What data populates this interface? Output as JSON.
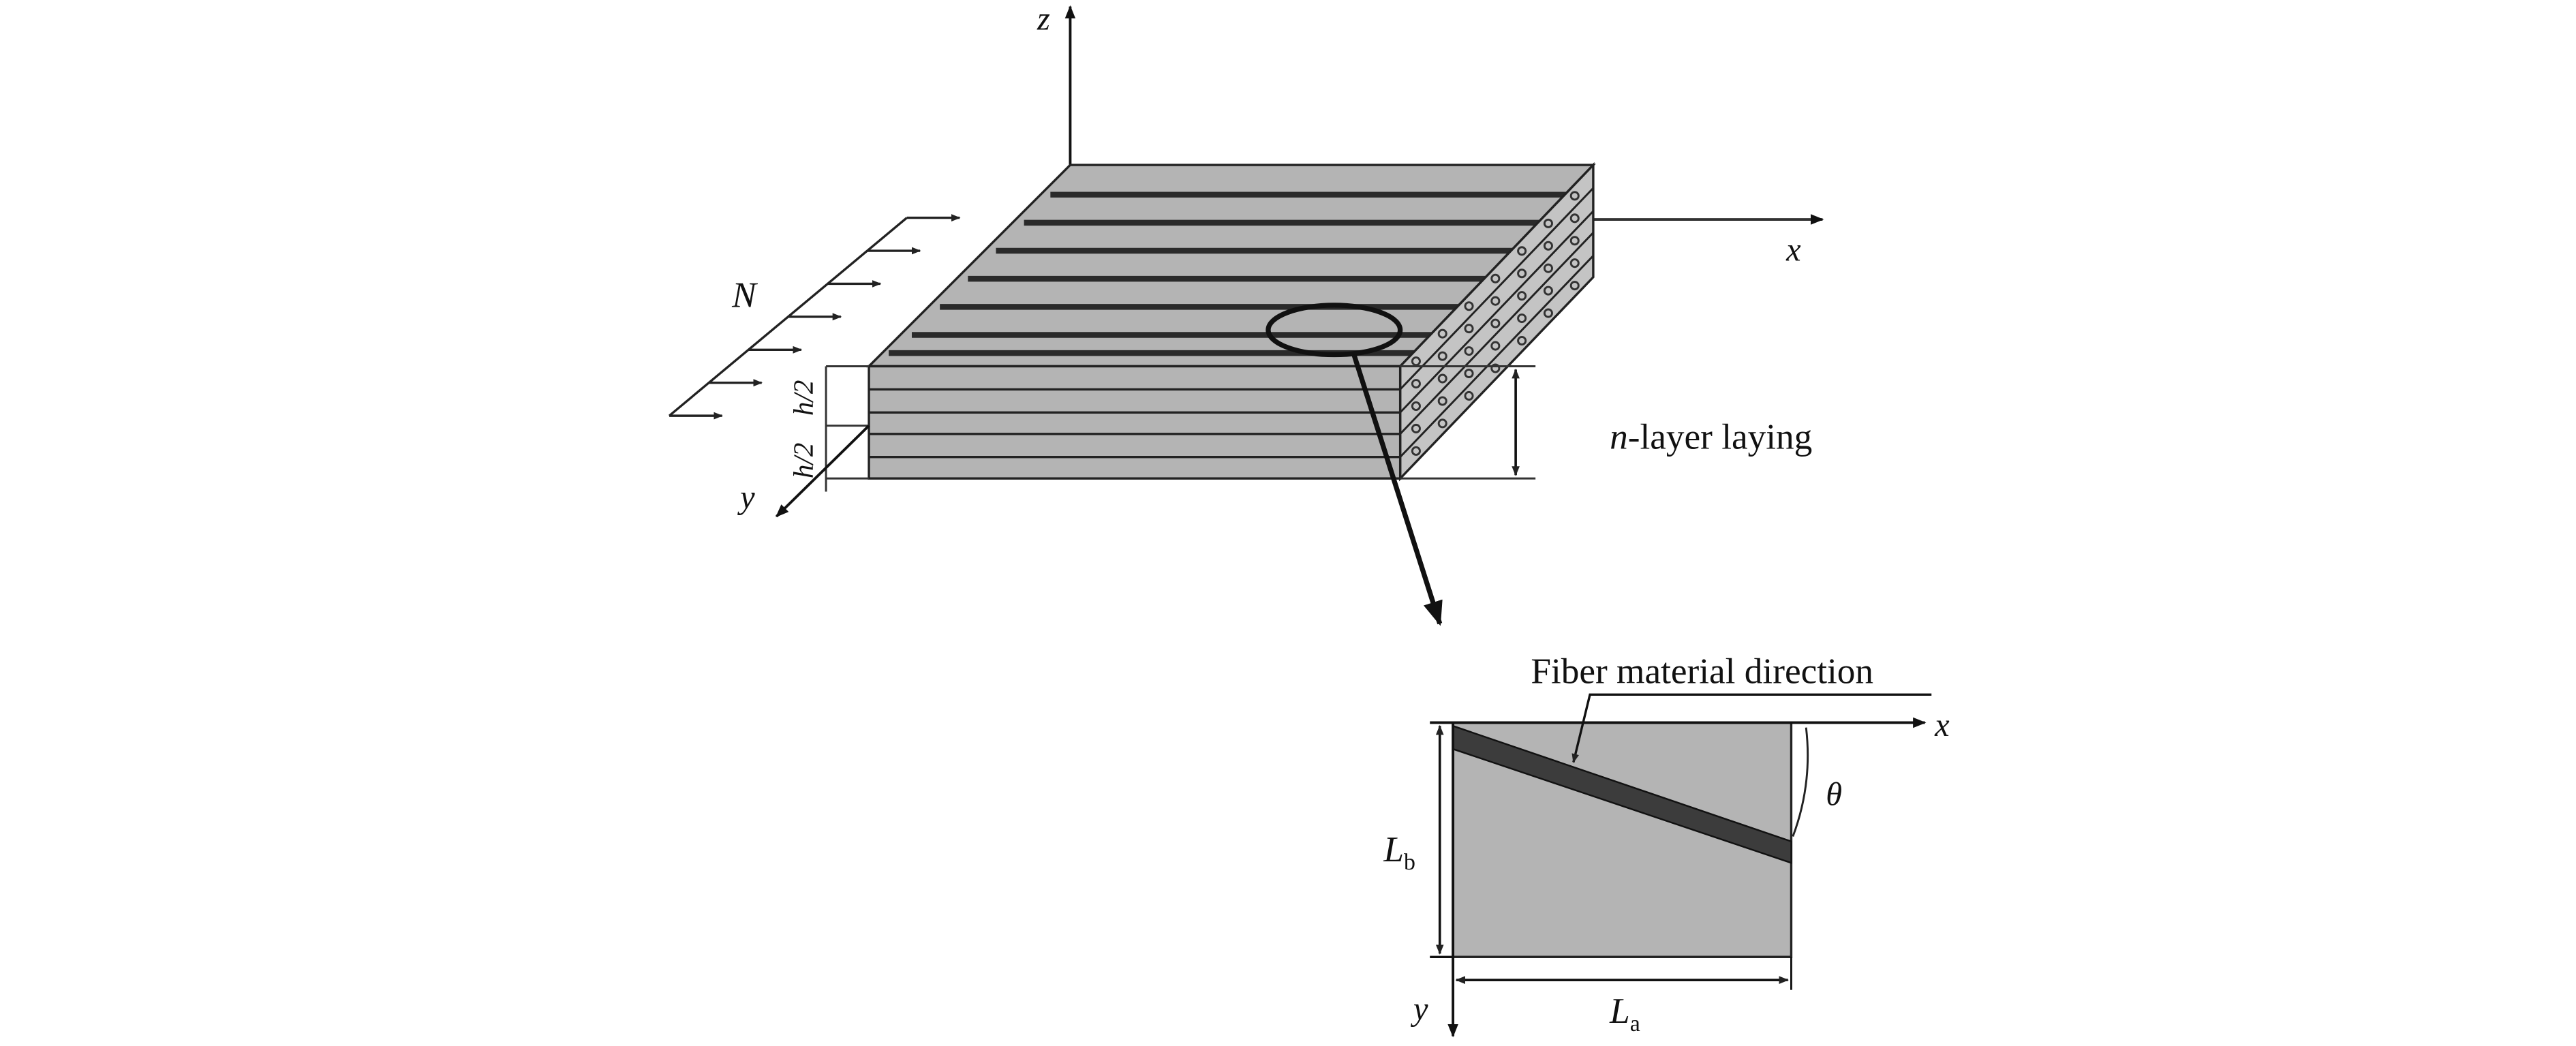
{
  "figure": {
    "axes": {
      "x": "x",
      "y": "y",
      "z": "z"
    },
    "load_label": "N",
    "half_thickness_labels": [
      "h/2",
      "h/2"
    ],
    "layer_label": {
      "italic": "n",
      "rest": "-layer laying"
    },
    "inset": {
      "title": "Fiber material direction",
      "x_axis": "x",
      "y_axis": "y",
      "angle": "θ",
      "Lb": {
        "main": "L",
        "sub": "b"
      },
      "La": {
        "main": "L",
        "sub": "a"
      }
    },
    "colors": {
      "panel": "#b4b4b4",
      "fiber": "#3c3c3c",
      "line": "#111111"
    }
  }
}
